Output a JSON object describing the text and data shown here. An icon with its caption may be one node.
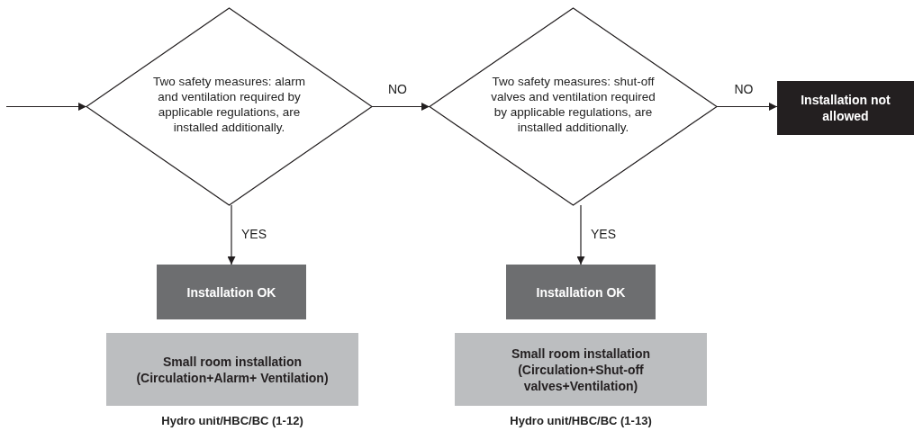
{
  "diagram": {
    "nodes": [
      {
        "text": [
          "Two safety measures: alarm and ventilation required by applicable regulations, are installed additionally."
        ]
      },
      {
        "text": [
          "Two safety measures: shut-off valves and ventilation required by applicable regulations, are installed additionally."
        ]
      },
      {
        "text": [
          "Installation not allowed"
        ]
      },
      {
        "text": [
          "Installation OK"
        ]
      },
      {
        "text": [
          "Installation OK"
        ]
      },
      {
        "text": [
          "Small room installation (Circulation+Alarm+ Ventilation)"
        ],
        "beside": [
          "Hydro unit/HBC/BC (1-12)"
        ]
      },
      {
        "text": [
          "Small room installation (Circulation+Shut-off valves+Ventilation)"
        ],
        "beside": [
          "Hydro unit/HBC/BC (1-13)"
        ]
      }
    ],
    "edges": [
      {
        "from": null,
        "to": 0,
        "arrow": "to"
      },
      {
        "from": 0,
        "to": 1,
        "arrow": "to",
        "label": "NO"
      },
      {
        "from": 1,
        "to": 2,
        "arrow": "to",
        "label": "NO"
      },
      {
        "from": 0,
        "to": 3,
        "arrow": "to",
        "label": "YES"
      },
      {
        "from": 1,
        "to": 4,
        "arrow": "to",
        "label": "YES"
      }
    ]
  }
}
